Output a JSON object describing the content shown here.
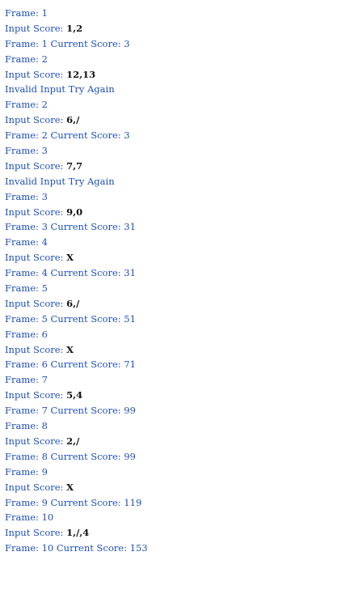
{
  "console": {
    "lines": [
      {
        "kind": "plain",
        "text": "Frame: 1"
      },
      {
        "kind": "input",
        "prompt": "Input Score: ",
        "value": "1,2"
      },
      {
        "kind": "plain",
        "text": "Frame: 1 Current Score: 3"
      },
      {
        "kind": "plain",
        "text": "Frame: 2"
      },
      {
        "kind": "input",
        "prompt": "Input Score: ",
        "value": "12,13"
      },
      {
        "kind": "plain",
        "text": "Invalid Input Try Again"
      },
      {
        "kind": "plain",
        "text": "Frame: 2"
      },
      {
        "kind": "input",
        "prompt": "Input Score: ",
        "value": "6,/"
      },
      {
        "kind": "plain",
        "text": "Frame: 2 Current Score: 3"
      },
      {
        "kind": "plain",
        "text": "Frame: 3"
      },
      {
        "kind": "input",
        "prompt": "Input Score: ",
        "value": "7,7"
      },
      {
        "kind": "plain",
        "text": "Invalid Input Try Again"
      },
      {
        "kind": "plain",
        "text": "Frame: 3"
      },
      {
        "kind": "input",
        "prompt": "Input Score: ",
        "value": "9,0"
      },
      {
        "kind": "plain",
        "text": "Frame: 3 Current Score: 31"
      },
      {
        "kind": "plain",
        "text": "Frame: 4"
      },
      {
        "kind": "input",
        "prompt": "Input Score: ",
        "value": "X"
      },
      {
        "kind": "plain",
        "text": "Frame: 4 Current Score: 31"
      },
      {
        "kind": "plain",
        "text": "Frame: 5"
      },
      {
        "kind": "input",
        "prompt": "Input Score: ",
        "value": "6,/"
      },
      {
        "kind": "plain",
        "text": "Frame: 5 Current Score: 51"
      },
      {
        "kind": "plain",
        "text": "Frame: 6"
      },
      {
        "kind": "input",
        "prompt": "Input Score: ",
        "value": "X"
      },
      {
        "kind": "plain",
        "text": "Frame: 6 Current Score: 71"
      },
      {
        "kind": "plain",
        "text": "Frame: 7"
      },
      {
        "kind": "input",
        "prompt": "Input Score: ",
        "value": "5,4"
      },
      {
        "kind": "plain",
        "text": "Frame: 7 Current Score: 99"
      },
      {
        "kind": "plain",
        "text": "Frame: 8"
      },
      {
        "kind": "input",
        "prompt": "Input Score: ",
        "value": "2,/"
      },
      {
        "kind": "plain",
        "text": "Frame: 8 Current Score: 99"
      },
      {
        "kind": "plain",
        "text": "Frame: 9"
      },
      {
        "kind": "input",
        "prompt": "Input Score: ",
        "value": "X"
      },
      {
        "kind": "plain",
        "text": "Frame: 9 Current Score: 119"
      },
      {
        "kind": "plain",
        "text": "Frame: 10"
      },
      {
        "kind": "input",
        "prompt": "Input Score: ",
        "value": "1,/,4"
      },
      {
        "kind": "plain",
        "text": "Frame: 10 Current Score: 153"
      }
    ]
  },
  "colors": {
    "system_text": "#1f4fb8",
    "user_input": "#111111",
    "background": "#ffffff"
  }
}
